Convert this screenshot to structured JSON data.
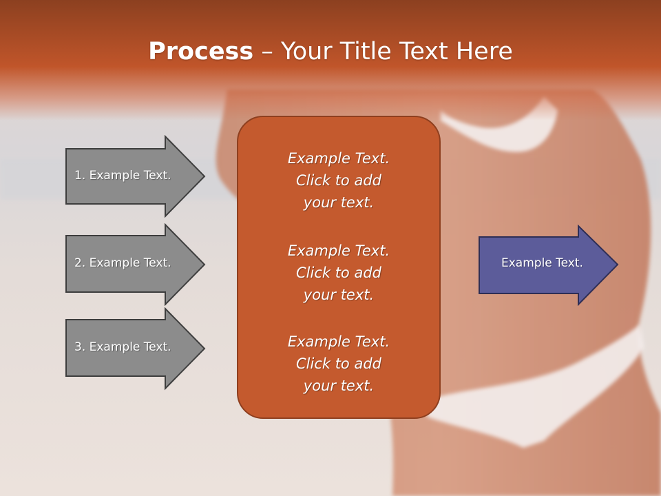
{
  "slide": {
    "title_bold": "Process",
    "title_rest": " – Your Title Text Here",
    "left_arrows": [
      {
        "label": "1. Example Text."
      },
      {
        "label": "2. Example Text."
      },
      {
        "label": "3. Example Text."
      }
    ],
    "center_box": {
      "paragraphs": [
        {
          "line1": "Example Text.",
          "line2": "Click  to add",
          "line3": "your text."
        },
        {
          "line1": "Example Text.",
          "line2": "Click  to add",
          "line3": "your text."
        },
        {
          "line1": "Example Text.",
          "line2": "Click  to add",
          "line3": "your text."
        }
      ]
    },
    "right_arrow": {
      "label": "Example Text."
    }
  },
  "colors": {
    "header": "#c0552a",
    "center_box_fill": "#c45a2e",
    "left_arrow_fill": "#8c8c8c",
    "right_arrow_fill": "#5c5c9a"
  }
}
